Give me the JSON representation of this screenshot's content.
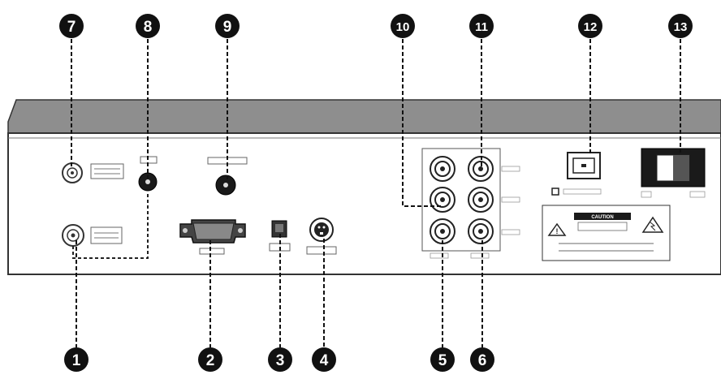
{
  "callouts": [
    {
      "id": "1",
      "label": "1"
    },
    {
      "id": "2",
      "label": "2"
    },
    {
      "id": "3",
      "label": "3"
    },
    {
      "id": "4",
      "label": "4"
    },
    {
      "id": "5",
      "label": "5"
    },
    {
      "id": "6",
      "label": "6"
    },
    {
      "id": "7",
      "label": "7"
    },
    {
      "id": "8",
      "label": "8"
    },
    {
      "id": "9",
      "label": "9"
    },
    {
      "id": "10",
      "label": "10"
    },
    {
      "id": "11",
      "label": "11"
    },
    {
      "id": "12",
      "label": "12"
    },
    {
      "id": "13",
      "label": "13"
    }
  ],
  "panel": {
    "caution_title": "CAUTION"
  }
}
